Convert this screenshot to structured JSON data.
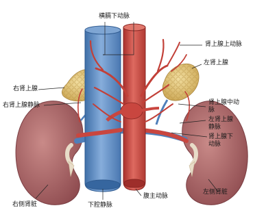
{
  "diagram": {
    "labels": {
      "inferior_phrenic_artery": "横膈下动脉",
      "superior_suprarenal_artery": "肾上腺上动脉",
      "left_adrenal_gland": "左肾上腺",
      "right_adrenal_gland": "右肾上腺",
      "right_adrenal_vein": "右肾上腺静脉",
      "middle_suprarenal_artery_l1": "肾上腺中动",
      "middle_suprarenal_artery_l2": "脉",
      "left_adrenal_vein_l1": "左肾上腺",
      "left_adrenal_vein_l2": "静脉",
      "inferior_suprarenal_artery_l1": "肾上腺下",
      "inferior_suprarenal_artery_l2": "动脉",
      "right_kidney": "右侧肾脏",
      "inferior_vena_cava": "下腔静脉",
      "abdominal_aorta": "腹主动脉",
      "left_kidney": "左侧肾脏"
    },
    "colors": {
      "artery": "#c9463f",
      "vein": "#5b8cc4",
      "kidney": "#b0686a",
      "adrenal": "#e3c67a",
      "leader_line": "#222222"
    }
  }
}
